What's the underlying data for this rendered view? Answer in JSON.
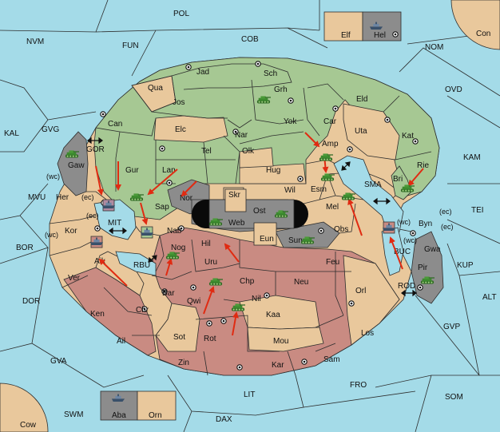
{
  "colors": {
    "sea": "#a4dbe8",
    "neutral": "#e9c89c",
    "green_power": "#a6c893",
    "red_power": "#c98b82",
    "gray": "#8c8c8c",
    "unit": "#3c7a2e",
    "arrow": "#e02b12"
  },
  "board": {
    "seas": [
      {
        "name": "POL",
        "label": "POL"
      },
      {
        "name": "NVM",
        "label": "NVM"
      },
      {
        "name": "FUN",
        "label": "FUN"
      },
      {
        "name": "COB",
        "label": "COB"
      },
      {
        "name": "NOM",
        "label": "NOM"
      },
      {
        "name": "KAL",
        "label": "KAL"
      },
      {
        "name": "GVG",
        "label": "GVG"
      },
      {
        "name": "OVD",
        "label": "OVD"
      },
      {
        "name": "KAM",
        "label": "KAM"
      },
      {
        "name": "MVU",
        "label": "MVU"
      },
      {
        "name": "TEI",
        "label": "TEI"
      },
      {
        "name": "BOR",
        "label": "BOR"
      },
      {
        "name": "KUP",
        "label": "KUP"
      },
      {
        "name": "DOR",
        "label": "DOR"
      },
      {
        "name": "ALT",
        "label": "ALT"
      },
      {
        "name": "GVP",
        "label": "GVP"
      },
      {
        "name": "GVA",
        "label": "GVA"
      },
      {
        "name": "FRO",
        "label": "FRO"
      },
      {
        "name": "SOM",
        "label": "SOM"
      },
      {
        "name": "SWM",
        "label": "SWM"
      },
      {
        "name": "LIT",
        "label": "LIT"
      },
      {
        "name": "DAX",
        "label": "DAX"
      },
      {
        "name": "MIT",
        "label": "MIT"
      },
      {
        "name": "RBU",
        "label": "RBU"
      },
      {
        "name": "SMA",
        "label": "SMA"
      },
      {
        "name": "GOR",
        "label": "GOR"
      },
      {
        "name": "BUC",
        "label": "BUC"
      },
      {
        "name": "ROD",
        "label": "ROD"
      }
    ],
    "lands": [
      {
        "name": "Elf",
        "label": "Elf"
      },
      {
        "name": "Hel",
        "label": "Hel"
      },
      {
        "name": "Con",
        "label": "Con"
      },
      {
        "name": "Cow",
        "label": "Cow"
      },
      {
        "name": "Aba",
        "label": "Aba"
      },
      {
        "name": "Orn",
        "label": "Orn"
      },
      {
        "name": "Jad",
        "label": "Jad"
      },
      {
        "name": "Sch",
        "label": "Sch"
      },
      {
        "name": "Qua",
        "label": "Qua"
      },
      {
        "name": "Grh",
        "label": "Grh"
      },
      {
        "name": "Jos",
        "label": "Jos"
      },
      {
        "name": "Eld",
        "label": "Eld"
      },
      {
        "name": "Can",
        "label": "Can"
      },
      {
        "name": "Yok",
        "label": "Yok"
      },
      {
        "name": "Car",
        "label": "Car"
      },
      {
        "name": "Elc",
        "label": "Elc"
      },
      {
        "name": "Nar",
        "label": "Nar"
      },
      {
        "name": "Uta",
        "label": "Uta"
      },
      {
        "name": "Kat",
        "label": "Kat"
      },
      {
        "name": "Gaw",
        "label": "Gaw"
      },
      {
        "name": "Tel",
        "label": "Tel"
      },
      {
        "name": "Olk",
        "label": "Olk"
      },
      {
        "name": "Amp",
        "label": "Amp"
      },
      {
        "name": "Gur",
        "label": "Gur"
      },
      {
        "name": "Lan",
        "label": "Lan"
      },
      {
        "name": "Hug",
        "label": "Hug"
      },
      {
        "name": "Rie",
        "label": "Rie"
      },
      {
        "name": "Bri",
        "label": "Bri"
      },
      {
        "name": "Esm",
        "label": "Esm"
      },
      {
        "name": "Wil",
        "label": "Wil"
      },
      {
        "name": "Nor",
        "label": "Nor"
      },
      {
        "name": "Skr",
        "label": "Skr"
      },
      {
        "name": "Her",
        "label": "Her"
      },
      {
        "name": "Sap",
        "label": "Sap"
      },
      {
        "name": "Ost",
        "label": "Ost"
      },
      {
        "name": "Mel",
        "label": "Mel"
      },
      {
        "name": "Web",
        "label": "Web"
      },
      {
        "name": "Byn",
        "label": "Byn"
      },
      {
        "name": "Kor",
        "label": "Kor"
      },
      {
        "name": "Nab",
        "label": "Nab"
      },
      {
        "name": "Eun",
        "label": "Eun"
      },
      {
        "name": "Sun",
        "label": "Sun"
      },
      {
        "name": "Obs",
        "label": "Obs"
      },
      {
        "name": "Gwa",
        "label": "Gwa"
      },
      {
        "name": "Hil",
        "label": "Hil"
      },
      {
        "name": "Nog",
        "label": "Nog"
      },
      {
        "name": "Aik",
        "label": "Aik"
      },
      {
        "name": "Uru",
        "label": "Uru"
      },
      {
        "name": "Feu",
        "label": "Feu"
      },
      {
        "name": "Pir",
        "label": "Pir"
      },
      {
        "name": "Ver",
        "label": "Ver"
      },
      {
        "name": "Chp",
        "label": "Chp"
      },
      {
        "name": "Neu",
        "label": "Neu"
      },
      {
        "name": "Orl",
        "label": "Orl"
      },
      {
        "name": "Bar",
        "label": "Bar"
      },
      {
        "name": "Qwi",
        "label": "Qwi"
      },
      {
        "name": "Nil",
        "label": "Nil"
      },
      {
        "name": "Ken",
        "label": "Ken"
      },
      {
        "name": "Chr",
        "label": "Chr"
      },
      {
        "name": "Kaa",
        "label": "Kaa"
      },
      {
        "name": "Ail",
        "label": "Ail"
      },
      {
        "name": "Sot",
        "label": "Sot"
      },
      {
        "name": "Rot",
        "label": "Rot"
      },
      {
        "name": "Mou",
        "label": "Mou"
      },
      {
        "name": "Los",
        "label": "Los"
      },
      {
        "name": "Zin",
        "label": "Zin"
      },
      {
        "name": "Kar",
        "label": "Kar"
      },
      {
        "name": "Sam",
        "label": "Sam"
      }
    ],
    "coast_labels": {
      "her_wc": "(wc)",
      "her_ec": "(ec)",
      "kor_ec": "(ec)",
      "kor_wc": "(wc)",
      "byn_wc": "(wc)",
      "byn_ec": "(ec)",
      "gwa_wc": "(wc)",
      "gwa_ec": "(ec)"
    },
    "units": {
      "armies": 14,
      "fleets": 6
    }
  }
}
